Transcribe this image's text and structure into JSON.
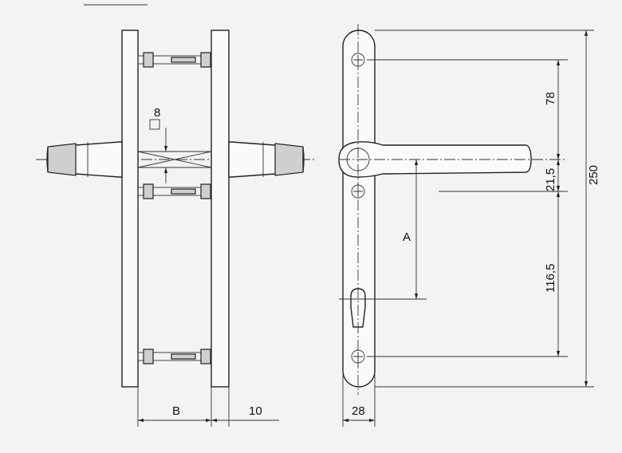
{
  "drawing": {
    "title": "Door handle set technical drawing",
    "dimensions": {
      "square_spindle": "8",
      "backset_b": "B",
      "plate_thickness": "10",
      "plate_width": "28",
      "top_to_lever": "78",
      "lever_to_screw": "21,5",
      "overall_height": "250",
      "lever_to_cylinder": "A",
      "screw_to_bottom_screw": "116,5"
    }
  }
}
